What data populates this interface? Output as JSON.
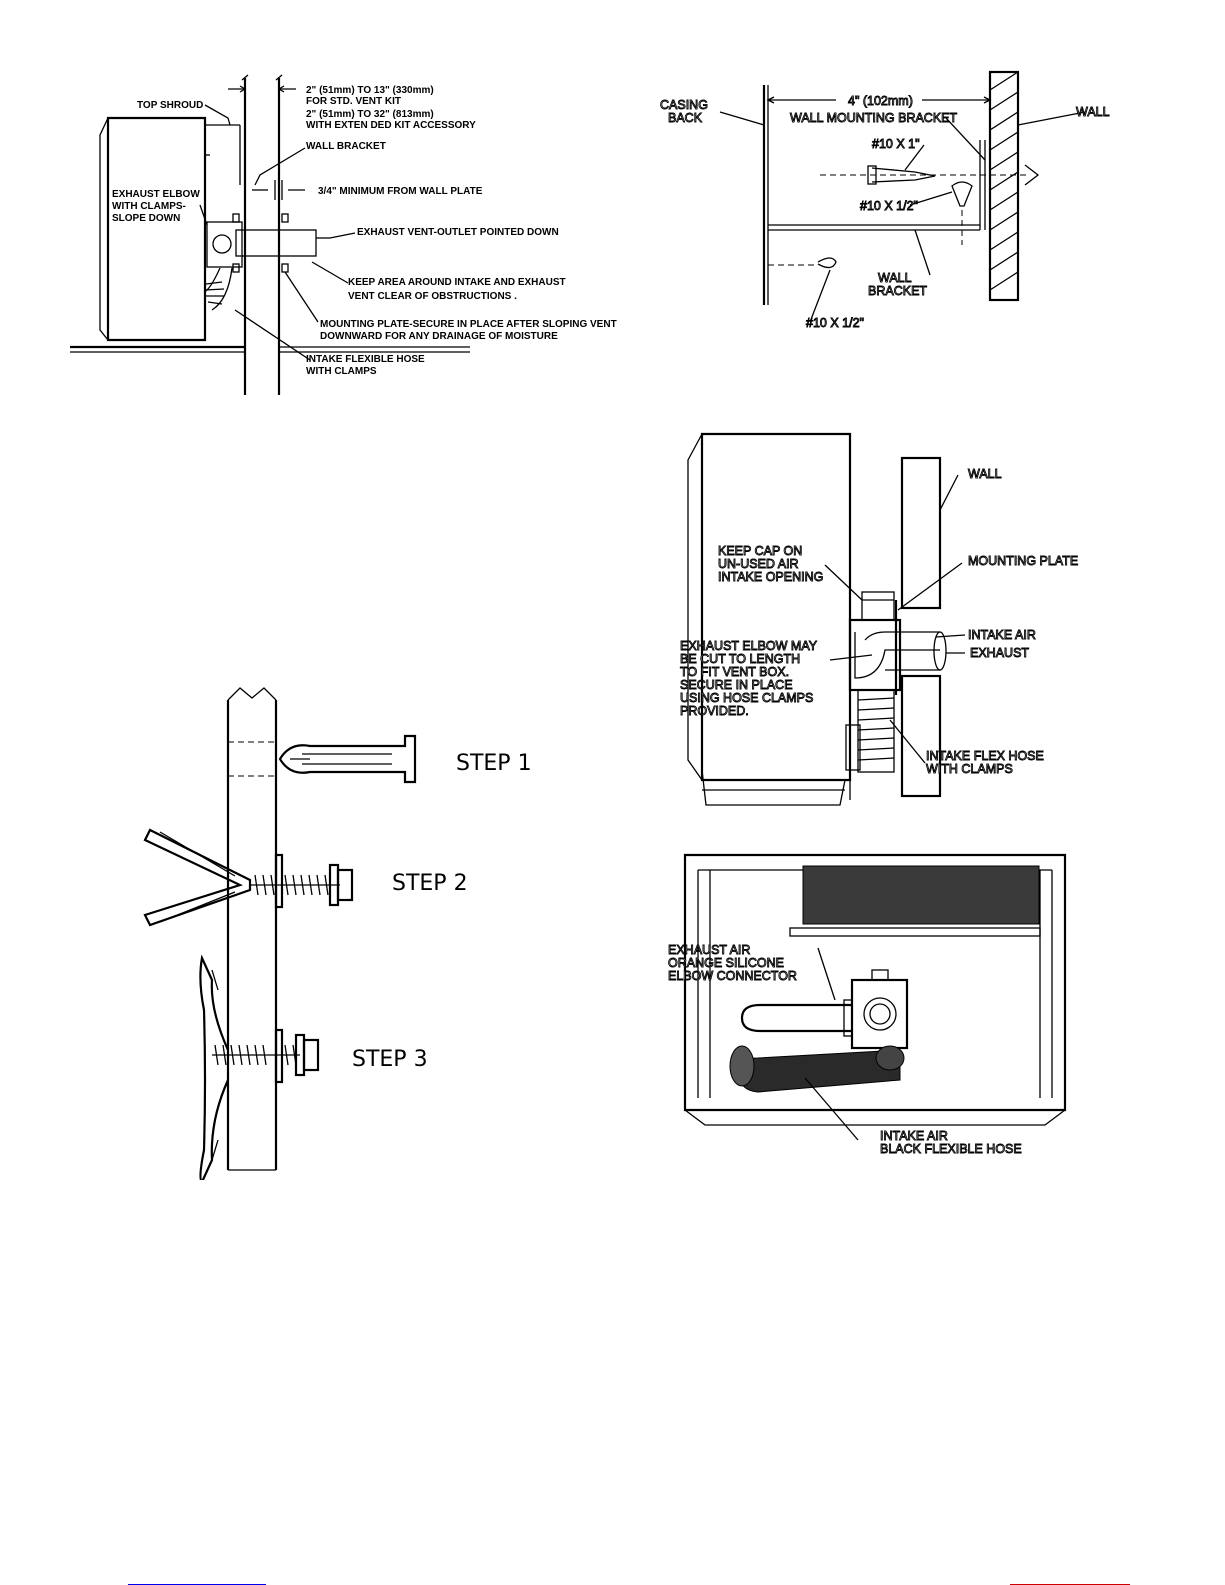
{
  "fig1": {
    "top_shroud": "TOP SHROUD",
    "dim_std_1": "2\" (51mm) TO 13\" (330mm)",
    "dim_std_2": "FOR STD. VENT KIT",
    "dim_ext_1": "2\" (51mm) TO 32\" (813mm)",
    "dim_ext_2": "WITH EXTEN DED KIT ACCESSORY",
    "wall_bracket": "WALL BRACKET",
    "exhaust_elbow_1": "EXHAUST ELBOW",
    "exhaust_elbow_2": "WITH CLAMPS-",
    "exhaust_elbow_3": "SLOPE DOWN",
    "min_wall_plate": "3/4\" MINIMUM FROM WALL PLATE",
    "exhaust_vent": "EXHAUST VENT-OUTLET POINTED DOWN",
    "keep_area_1": "KEEP AREA AROUND INTAKE AND EXHAUST",
    "keep_area_2": "VENT CLEAR OF OBSTRUCTIONS .",
    "mounting_plate_1": "MOUNTING PLATE-SECURE IN PLACE AFTER SLOPING VENT",
    "mounting_plate_2": "DOWNWARD FOR ANY DRAINAGE OF MOISTURE",
    "intake_hose_1": "INTAKE FLEXIBLE HOSE",
    "intake_hose_2": "WITH CLAMPS"
  },
  "fig2": {
    "casing_1": "CASING",
    "casing_2": "BACK",
    "dim": "4\" (102mm)",
    "wall": "WALL",
    "wall_mounting_bracket": "WALL MOUNTING BRACKET",
    "screw_1": "#10 X 1\"",
    "screw_half_a": "#10 X 1/2\"",
    "wall_bracket_1": "WALL",
    "wall_bracket_2": "BRACKET",
    "screw_half_b": "#10 X 1/2\""
  },
  "fig3": {
    "wall": "WALL",
    "keep_cap_1": "KEEP CAP ON",
    "keep_cap_2": "UN-USED AIR",
    "keep_cap_3": "INTAKE OPENING",
    "mounting_plate": "MOUNTING PLATE",
    "intake_air": "INTAKE AIR",
    "exhaust": "EXHAUST",
    "elbow_1": "EXHAUST ELBOW MAY",
    "elbow_2": "BE CUT TO LENGTH",
    "elbow_3": "TO FIT VENT BOX.",
    "elbow_4": "SECURE IN PLACE",
    "elbow_5": "USING HOSE CLAMPS",
    "elbow_6": "PROVIDED.",
    "flex_1": "INTAKE FLEX HOSE",
    "flex_2": "WITH CLAMPS"
  },
  "fig4": {
    "step1": "STEP 1",
    "step2": "STEP 2",
    "step3": "STEP 3"
  },
  "fig5": {
    "exh_1": "EXHAUST AIR",
    "exh_2": "ORANGE SILICONE",
    "exh_3": "ELBOW CONNECTOR",
    "int_1": "INTAKE AIR",
    "int_2": "BLACK FLEXIBLE HOSE"
  },
  "colors": {
    "left_rule": "#0000ee",
    "right_rule": "#cc0000"
  }
}
